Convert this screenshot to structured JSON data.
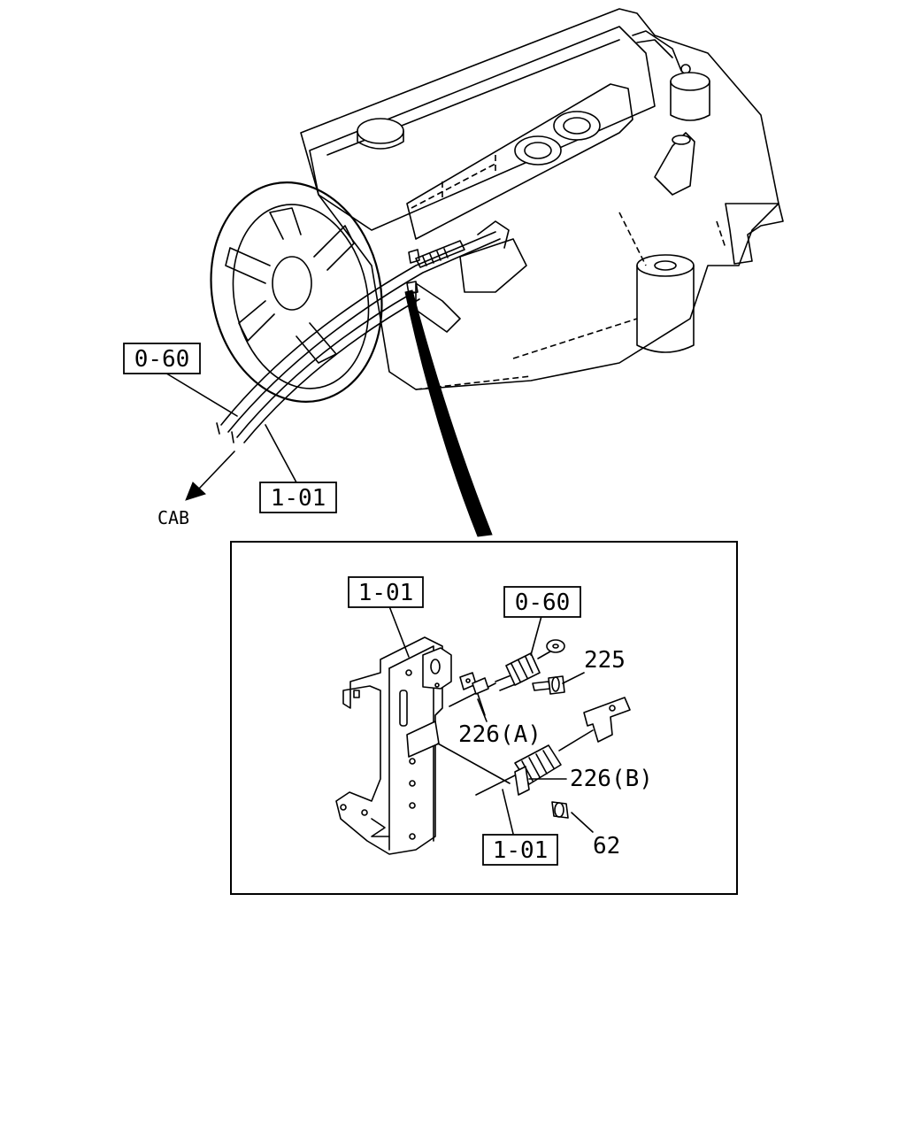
{
  "labels": {
    "ref_top_left": "0-60",
    "ref_top_bottom": "1-01",
    "cab": "CAB",
    "detail_ref_1": "1-01",
    "detail_ref_2": "0-60",
    "part_225": "225",
    "part_226a": "226(A)",
    "part_226b": "226(B)",
    "part_62": "62",
    "detail_ref_3": "1-01"
  }
}
